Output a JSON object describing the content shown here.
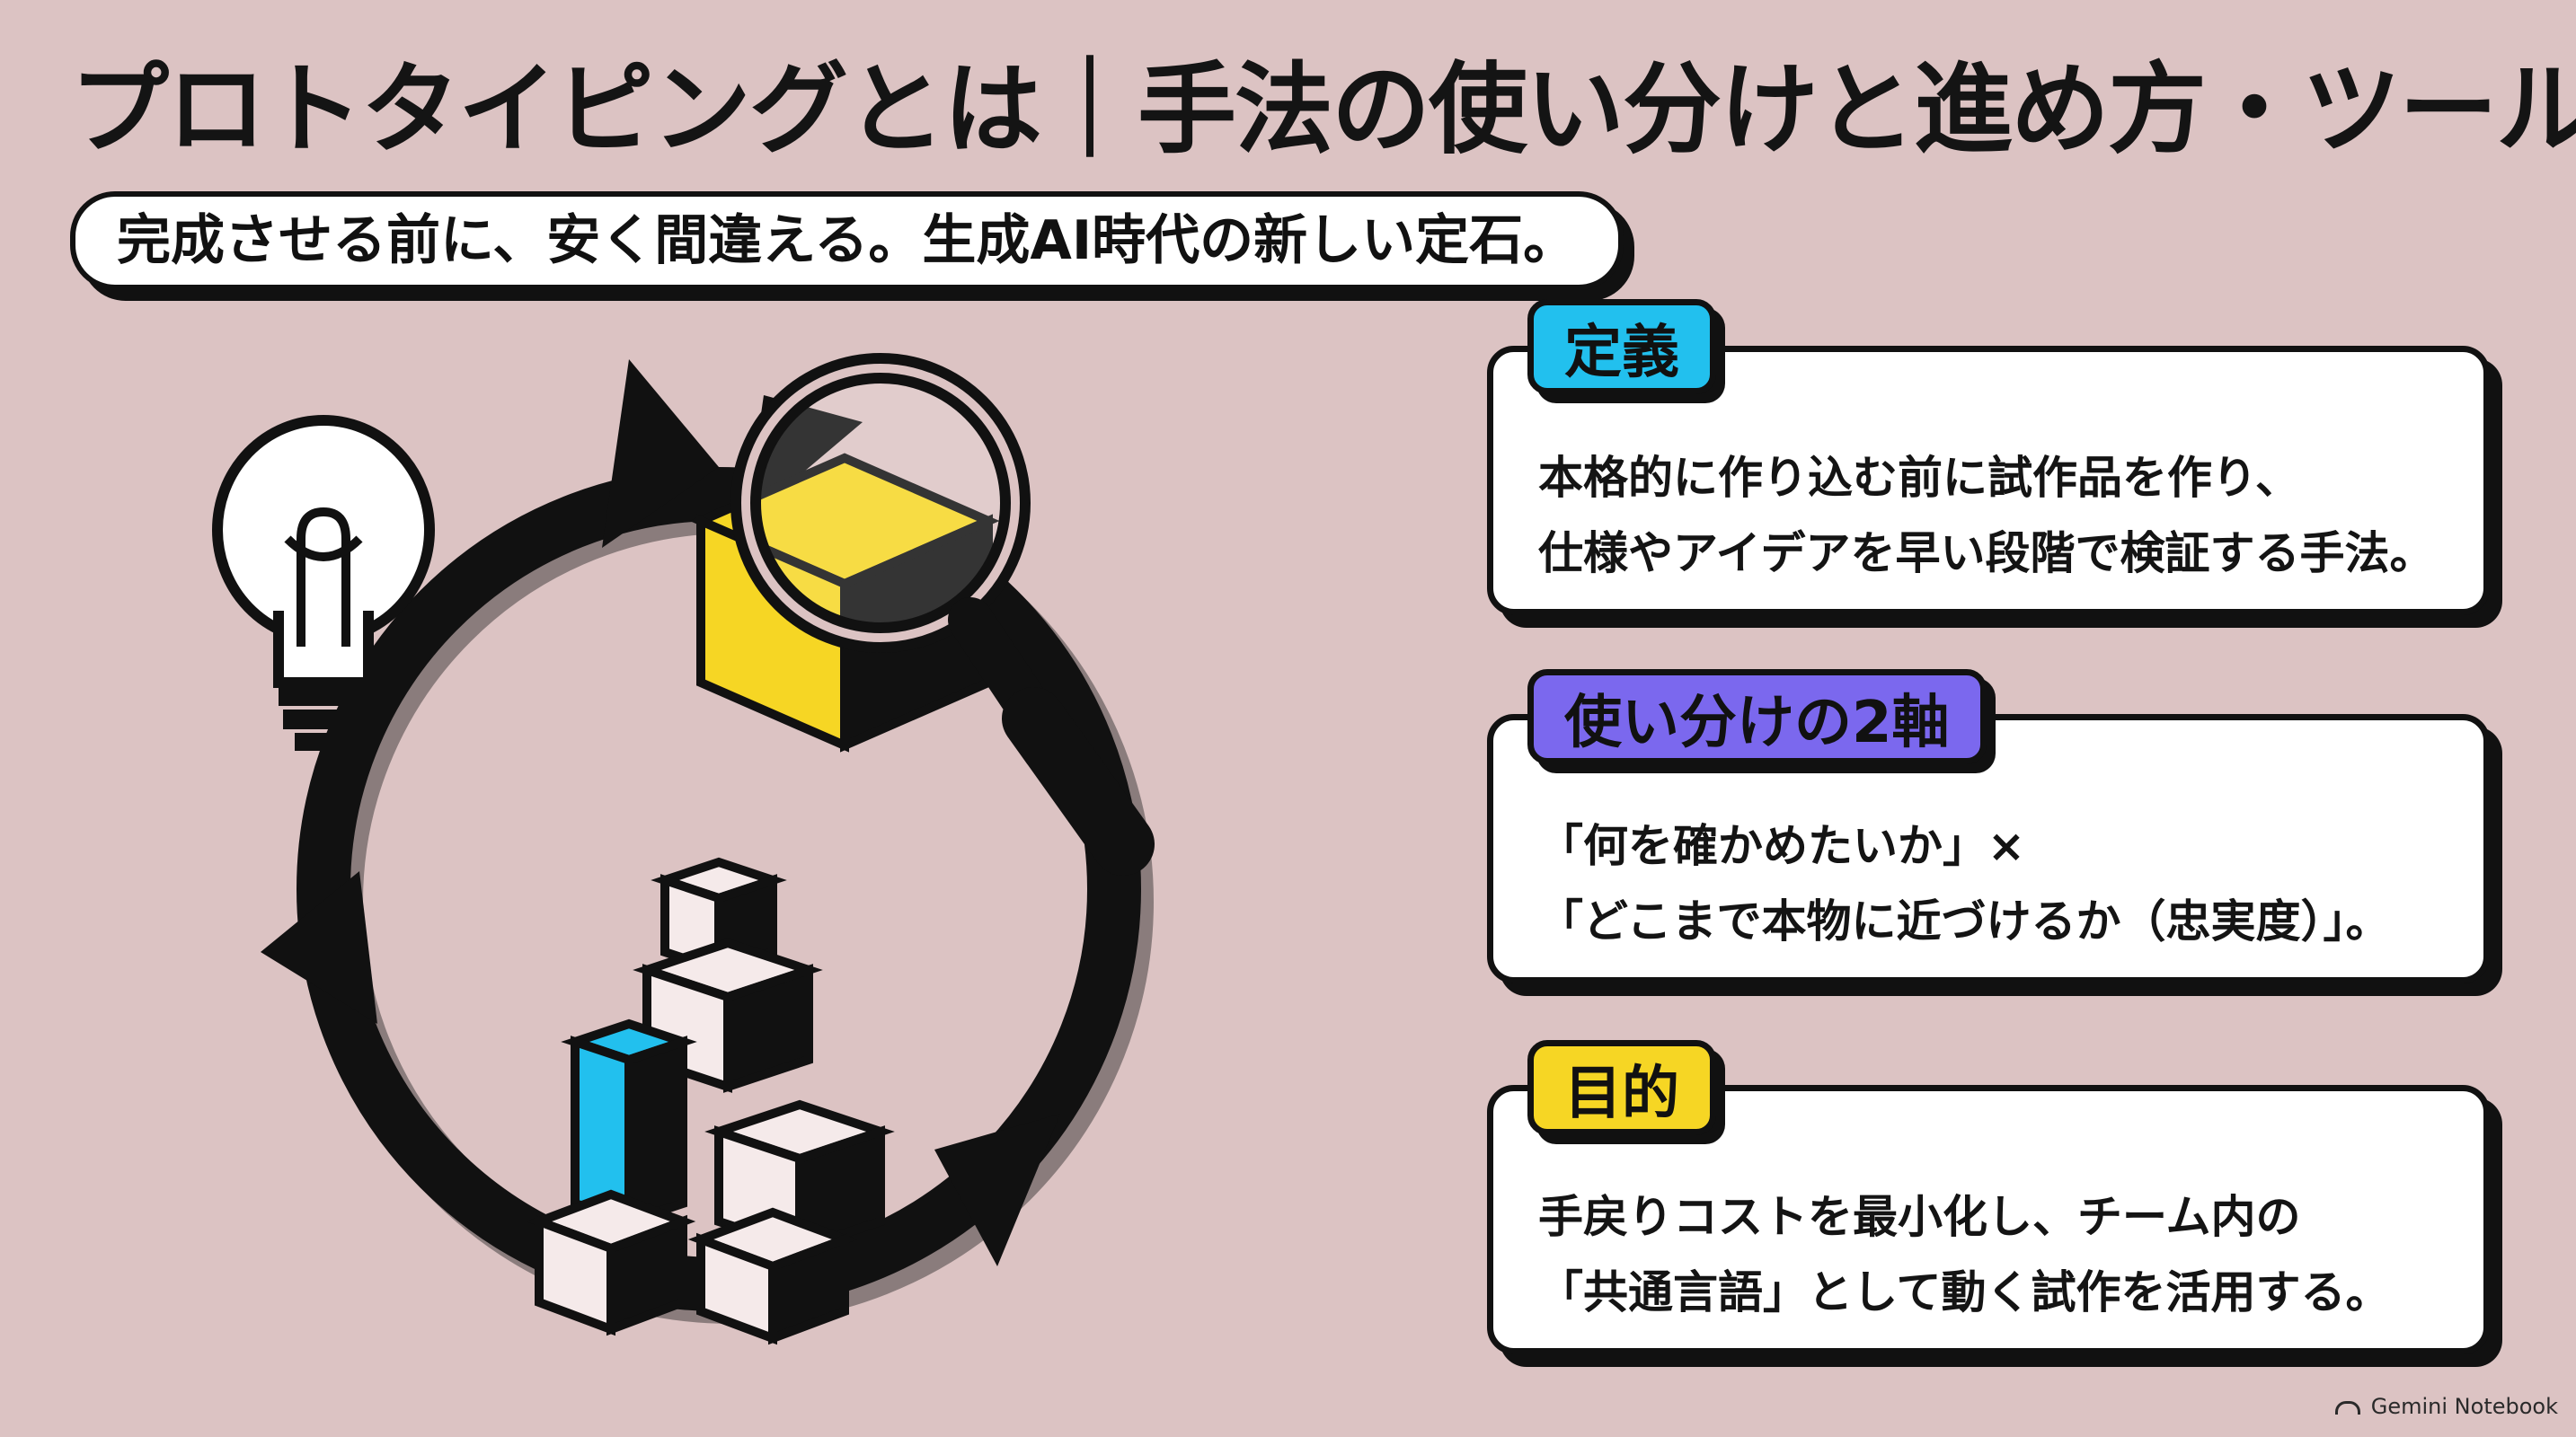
{
  "title": "プロトタイピングとは｜手法の使い分けと進め方・ツール",
  "subtitle": "完成させる前に、安く間違える。生成AI時代の新しい定石。",
  "illustration": {
    "icons": [
      "lightbulb-icon",
      "cycle-arrow-icon",
      "magnifying-glass-icon",
      "cube-icon",
      "stacked-blocks-icon"
    ]
  },
  "cards": [
    {
      "tag": "定義",
      "color": "#22c0ee",
      "lines": [
        "本格的に作り込む前に試作品を作り、",
        "仕様やアイデアを早い段階で検証する手法。"
      ]
    },
    {
      "tag": "使い分けの2軸",
      "color": "#7b68ee",
      "lines": [
        "「何を確かめたいか」×",
        "「どこまで本物に近づけるか（忠実度）」。"
      ]
    },
    {
      "tag": "目的",
      "color": "#f6d624",
      "lines": [
        "手戻りコストを最小化し、チーム内の",
        "「共通言語」として動く試作を活用する。"
      ]
    }
  ],
  "colors": {
    "background": "#dcc3c3",
    "ink": "#111111",
    "yellow": "#f6d624",
    "cyan": "#22c0ee"
  },
  "watermark": "Gemini Notebook"
}
